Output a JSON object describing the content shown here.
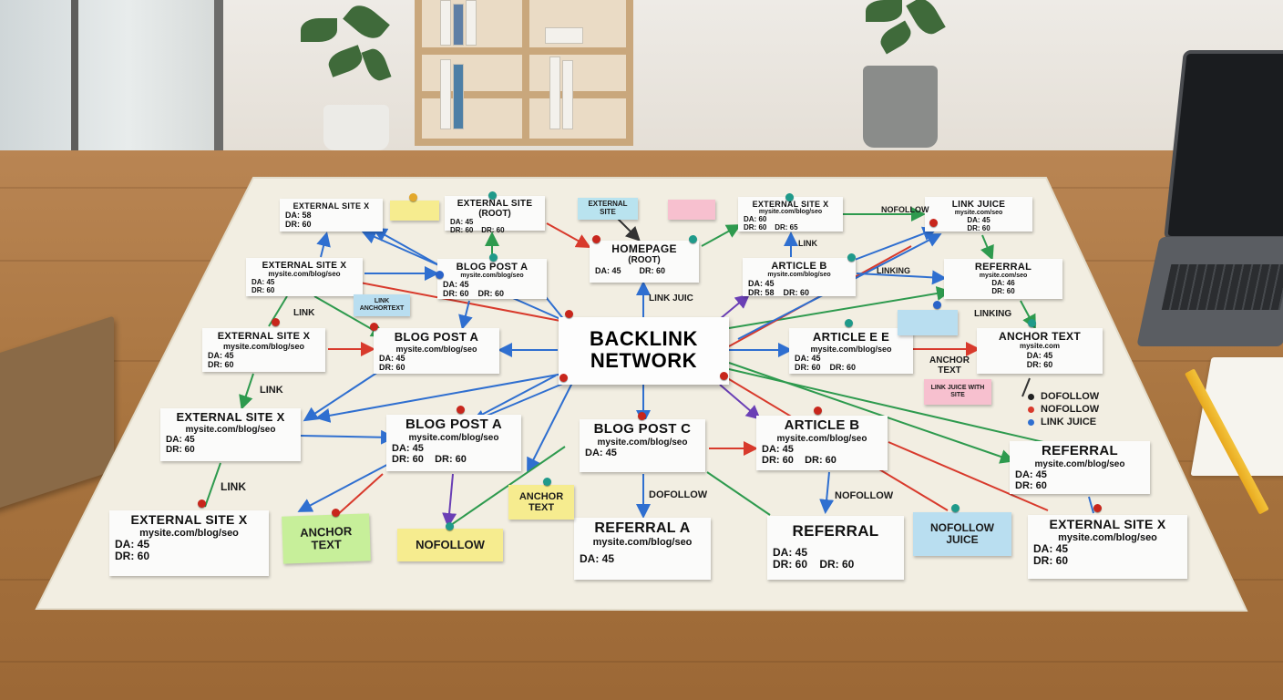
{
  "center": {
    "line1": "BACKLINK",
    "line2": "NETWORK"
  },
  "cards": [
    {
      "id": "c1",
      "title": "EXTERNAL SITE X",
      "url": "",
      "meta": "DA: 58\nDR: 60"
    },
    {
      "id": "c2",
      "title": "EXTERNAL SITE",
      "url": "(ROOT)",
      "meta": "DA: 45\nDR: 60    DR: 60"
    },
    {
      "id": "c3",
      "title": "HOMEPAGE",
      "url": "(ROOT)",
      "meta": "DA: 45        DR: 60"
    },
    {
      "id": "c4",
      "title": "EXTERNAL SITE X",
      "url": "mysite.com/blog/seo",
      "meta": "DA: 60\nDR: 60    DR: 65"
    },
    {
      "id": "c5",
      "title": "LINK JUICE",
      "url": "mysite.com/seo",
      "meta": "DA: 45\nDR: 60"
    },
    {
      "id": "c6",
      "title": "EXTERNAL SITE X",
      "url": "mysite.com/blog/seo",
      "meta": "DA: 45\nDR: 60"
    },
    {
      "id": "c7",
      "title": "BLOG POST A",
      "url": "mysite.com/blog/seo",
      "meta": "DA: 45\nDR: 60    DR: 60"
    },
    {
      "id": "c8",
      "title": "ARTICLE B",
      "url": "mysite.com/blog/seo",
      "meta": "DA: 45\nDR: 58    DR: 60"
    },
    {
      "id": "c9",
      "title": "REFERRAL",
      "url": "mysite.com/seo",
      "meta": "DA: 46\nDR: 60"
    },
    {
      "id": "c10",
      "title": "EXTERNAL SITE X",
      "url": "mysite.com/blog/seo",
      "meta": "DA: 45\nDR: 60"
    },
    {
      "id": "c11",
      "title": "BLOG POST A",
      "url": "mysite.com/blog/seo",
      "meta": "DA: 45\nDR: 60"
    },
    {
      "id": "c12",
      "title": "ARTICLE E E",
      "url": "mysite.com/blog/seo",
      "meta": "DA: 45\nDR: 60    DR: 60"
    },
    {
      "id": "c13",
      "title": "ANCHOR TEXT",
      "url": "mysite.com",
      "meta": "DA: 45\nDR: 60"
    },
    {
      "id": "c14",
      "title": "EXTERNAL SITE X",
      "url": "mysite.com/blog/seo",
      "meta": "DA: 45\nDR: 60"
    },
    {
      "id": "c15",
      "title": "BLOG POST A",
      "url": "mysite.com/blog/seo",
      "meta": "DA: 45\nDR: 60    DR: 60"
    },
    {
      "id": "c16",
      "title": "BLOG POST C",
      "url": "mysite.com/blog/seo",
      "meta": "DA: 45"
    },
    {
      "id": "c17",
      "title": "ARTICLE B",
      "url": "mysite.com/blog/seo",
      "meta": "DA: 45\nDR: 60    DR: 60"
    },
    {
      "id": "c18",
      "title": "REFERRAL",
      "url": "mysite.com/blog/seo",
      "meta": "DA: 45\nDR: 60"
    },
    {
      "id": "c19",
      "title": "EXTERNAL SITE X",
      "url": "mysite.com/blog/seo",
      "meta": "DA: 45\nDR: 60"
    },
    {
      "id": "c20",
      "title": "REFERRAL A",
      "url": "mysite.com/blog/seo",
      "meta": "DA: 45"
    },
    {
      "id": "c21",
      "title": "REFERRAL",
      "url": "",
      "meta": "DA: 45\nDR: 60    DR: 60"
    },
    {
      "id": "c22",
      "title": "EXTERNAL SITE X",
      "url": "mysite.com/blog/seo",
      "meta": "DA: 45\nDR: 60"
    }
  ],
  "notes": [
    {
      "id": "n1",
      "text": "ANCHOR TEXT",
      "color": "#c7ef9a"
    },
    {
      "id": "n2",
      "text": "NOFOLLOW",
      "color": "#f6ec8f"
    },
    {
      "id": "n3",
      "text": "ANCHOR TEXT",
      "color": "#f6ec8f"
    },
    {
      "id": "n4",
      "text": "NOFOLLOW JUICE",
      "color": "#b9def0"
    },
    {
      "id": "n5",
      "text": "EXTERNAL SITE",
      "color": "#b9e3ef"
    },
    {
      "id": "n6",
      "text": "LINK ANCHORTEXT",
      "color": "#b9def0"
    },
    {
      "id": "n7",
      "text": "",
      "color": "#f6ec8f"
    },
    {
      "id": "n8",
      "text": "",
      "color": "#f7c0cf"
    },
    {
      "id": "n9",
      "text": "",
      "color": "#b9def0"
    },
    {
      "id": "n10",
      "text": "LINK JUICE WITH SITE",
      "color": "#f7c0cf"
    }
  ],
  "labels": {
    "nofollow_top": "NOFOLLOW",
    "link_a": "LINK",
    "linking_a": "LINKING",
    "link_juic": "LINK JUIC",
    "link_b": "LINK",
    "linking_b": "LINKING",
    "link_c": "LINK",
    "anchor_text": "ANCHOR TEXT",
    "link_d": "LINK",
    "dofollow": "DOFOLLOW",
    "nofollow_bottom": "NOFOLLOW"
  },
  "legend": {
    "items": [
      {
        "label": "DOFOLLOW",
        "color": "#222222"
      },
      {
        "label": "NOFOLLOW",
        "color": "#d83a2c"
      },
      {
        "label": "LINK JUICE",
        "color": "#2f6fd0"
      }
    ]
  },
  "colors": {
    "blue": "#2f6fd0",
    "red": "#d83a2c",
    "green": "#2e9a4e",
    "purple": "#6a3fb5",
    "pin_red": "#c8261c",
    "pin_teal": "#1f9a8a",
    "pin_blue": "#2a63c9"
  }
}
